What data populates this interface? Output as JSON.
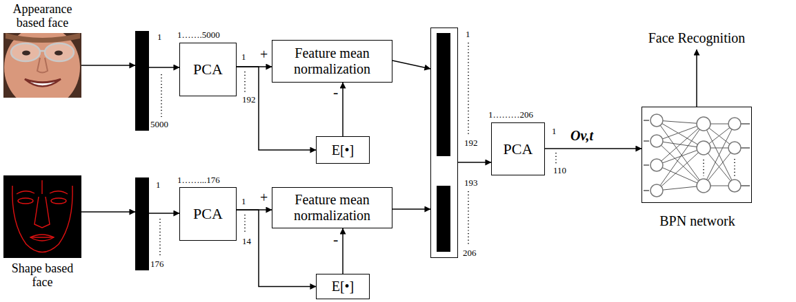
{
  "diagram": {
    "nodes": [
      {
        "text": [
          "Appearance based face"
        ]
      },
      {
        "text": [
          "1",
          "5000"
        ]
      },
      {
        "text": [
          "PCA"
        ]
      },
      {
        "text": [
          "Feature mean normalization"
        ]
      },
      {
        "text": [
          "E[•]"
        ]
      },
      {
        "text": [
          "Shape based face"
        ]
      },
      {
        "text": [
          "1",
          "176"
        ]
      },
      {
        "text": [
          "PCA"
        ]
      },
      {
        "text": [
          "Feature mean normalization"
        ]
      },
      {
        "text": [
          "E[•]"
        ]
      },
      {
        "text": [
          "1",
          "192",
          "193",
          "206"
        ]
      },
      {
        "text": [
          "PCA"
        ]
      },
      {
        "text": [
          "BPN network"
        ]
      }
    ],
    "edges": [
      {
        "from": 0,
        "to": 1,
        "arrow": "to"
      },
      {
        "from": 1,
        "to": 2,
        "arrow": "to"
      },
      {
        "from": 2,
        "to": 3,
        "arrow": "to",
        "label": "+"
      },
      {
        "from": 2,
        "to": 4,
        "arrow": "to"
      },
      {
        "from": 4,
        "to": 3,
        "arrow": "to",
        "label": "-"
      },
      {
        "from": 3,
        "to": 10,
        "arrow": "to"
      },
      {
        "from": 5,
        "to": 6,
        "arrow": "to"
      },
      {
        "from": 6,
        "to": 7,
        "arrow": "to"
      },
      {
        "from": 7,
        "to": 8,
        "arrow": "to",
        "label": "+"
      },
      {
        "from": 7,
        "to": 9,
        "arrow": "to"
      },
      {
        "from": 9,
        "to": 8,
        "arrow": "to",
        "label": "-"
      },
      {
        "from": 8,
        "to": 10,
        "arrow": "to"
      },
      {
        "from": 10,
        "to": 11,
        "arrow": "to"
      },
      {
        "from": 11,
        "to": 12,
        "arrow": "to",
        "label": "Ov,t"
      }
    ],
    "labels": [
      "1…….5000",
      "1",
      "192",
      "1……...176",
      "1",
      "14",
      "1………206",
      "1",
      "110",
      "Face Recognition"
    ]
  }
}
